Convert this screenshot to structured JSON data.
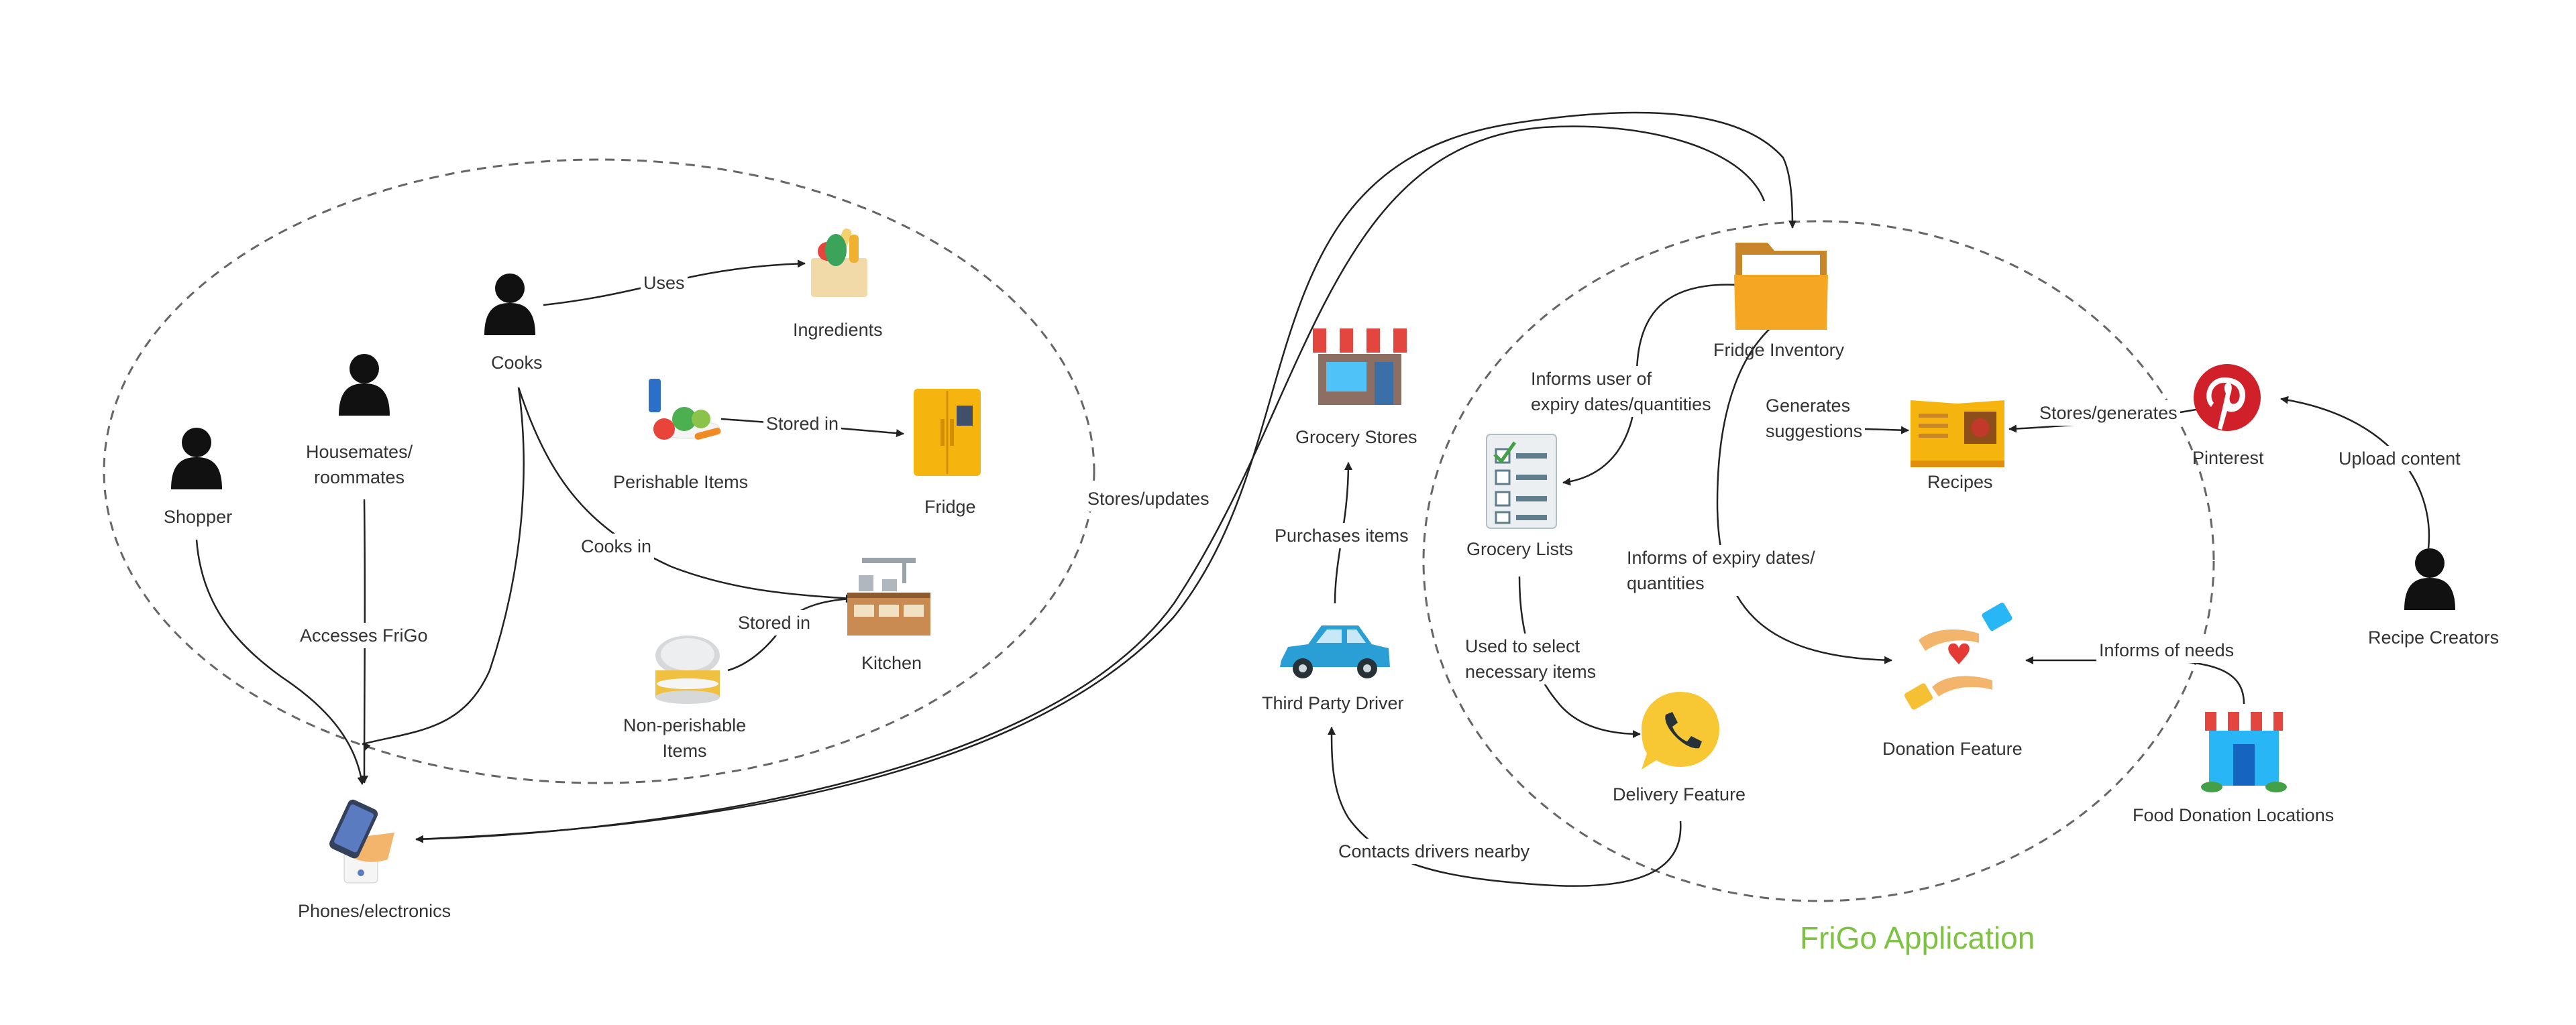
{
  "diagram": {
    "app_title": "FriGo Application",
    "title_color": "#7dc242",
    "actors": {
      "shopper": "Shopper",
      "housemates": "Housemates/\nroommates",
      "cooks": "Cooks",
      "third_party_driver": "Third Party Driver",
      "recipe_creators": "Recipe Creators"
    },
    "objects": {
      "ingredients": "Ingredients",
      "perishable_items": "Perishable Items",
      "fridge": "Fridge",
      "kitchen": "Kitchen",
      "non_perishable_items": "Non-perishable\nItems",
      "phones": "Phones/electronics",
      "grocery_stores": "Grocery Stores",
      "fridge_inventory": "Fridge Inventory",
      "grocery_lists": "Grocery Lists",
      "recipes": "Recipes",
      "pinterest": "Pinterest",
      "delivery_feature": "Delivery Feature",
      "donation_feature": "Donation Feature",
      "food_donation_locations": "Food Donation Locations"
    },
    "edges": {
      "uses": "Uses",
      "stored_in_fridge": "Stored in",
      "cooks_in": "Cooks in",
      "stored_in_kitchen": "Stored in",
      "accesses_frigo": "Accesses FriGo",
      "stores_updates": "Stores/updates",
      "purchases_items": "Purchases items",
      "informs_user": "Informs user of\nexpiry dates/quantities",
      "generates_suggestions": "Generates\nsuggestions",
      "stores_generates": "Stores/generates",
      "upload_content": "Upload content",
      "informs_expiry": "Informs of expiry dates/\nquantities",
      "used_to_select": "Used to select\nnecessary items",
      "informs_needs": "Informs of needs",
      "contacts_drivers": "Contacts drivers nearby"
    },
    "colors": {
      "line": "#222222",
      "dashed_boundary": "#666666",
      "folder": "#f5a623",
      "pinterest": "#d0202a",
      "delivery": "#f7c833",
      "car": "#2a9fd6",
      "store_awning": "#e2463f"
    },
    "icons": [
      "person-icon",
      "grocery-bag-icon",
      "vegetables-icon",
      "fridge-icon",
      "kitchen-icon",
      "canned-food-icon",
      "phone-hand-icon",
      "store-icon",
      "car-icon",
      "folder-icon",
      "checklist-icon",
      "recipe-book-icon",
      "pinterest-icon",
      "phone-bubble-icon",
      "donation-hands-icon",
      "donation-store-icon"
    ]
  }
}
